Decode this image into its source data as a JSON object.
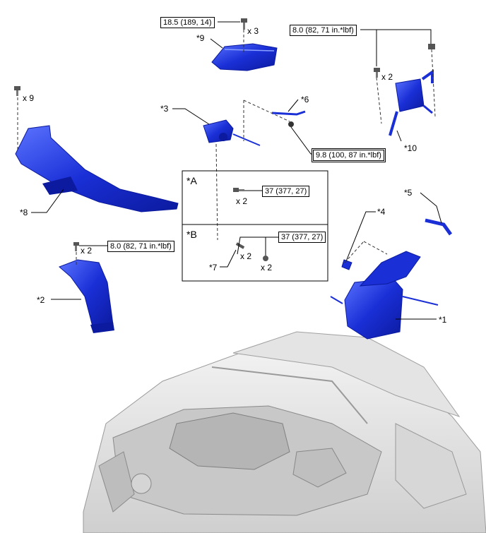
{
  "callouts": {
    "p1": "*1",
    "p2": "*2",
    "p3": "*3",
    "p4": "*4",
    "p5": "*5",
    "p6": "*6",
    "p7": "*7",
    "p8": "*8",
    "p9": "*9",
    "p10": "*10"
  },
  "sections": {
    "a": "*A",
    "b": "*B"
  },
  "torques": {
    "t_9": "18.5 (189, 14)",
    "t_10": "8.0 (82, 71 in.*lbf)",
    "t_6": "9.8 (100, 87 in.*lbf)",
    "t_a": "37 (377, 27)",
    "t_b": "37 (377, 27)",
    "t_2": "8.0 (82, 71 in.*lbf)"
  },
  "quantities": {
    "q_9": "x 3",
    "q_10": "x 2",
    "q_8": "x 9",
    "q_a": "x 2",
    "q_b1": "x 2",
    "q_b2": "x 2",
    "q_2": "x 2"
  },
  "colors": {
    "part": "#1a2fd6",
    "part_dark": "#0b1a9e",
    "part_light": "#5b73ff",
    "engine": "#d9d9d9"
  }
}
